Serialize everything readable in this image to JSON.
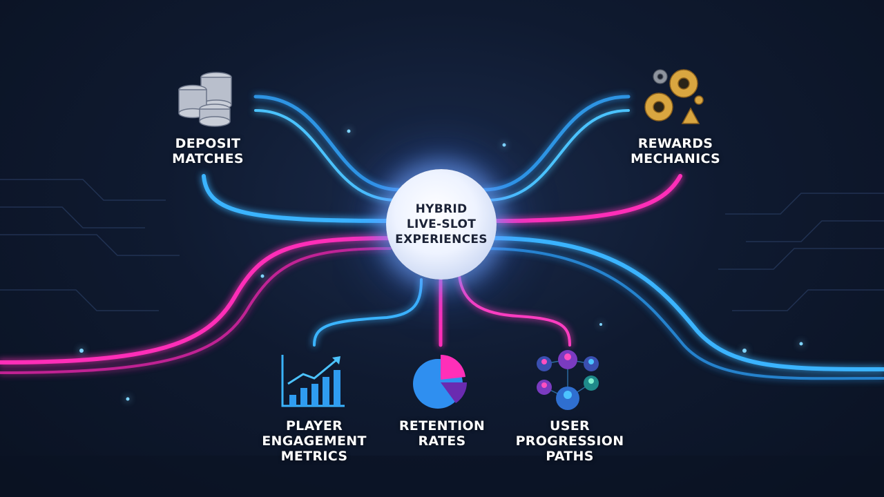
{
  "hub": {
    "lines": [
      "HYBRID",
      "LIVE-SLOT",
      "EXPERIENCES"
    ]
  },
  "nodes": {
    "deposit": {
      "lines": [
        "DEPOSIT",
        "MATCHES"
      ],
      "icon": "coins-stack-icon"
    },
    "rewards": {
      "lines": [
        "REWARDS",
        "MECHANICS"
      ],
      "icon": "gears-icon"
    },
    "engagement": {
      "lines": [
        "PLAYER",
        "ENGAGEMENT",
        "METRICS"
      ],
      "icon": "bar-chart-trend-icon"
    },
    "retention": {
      "lines": [
        "RETENTION",
        "RATES"
      ],
      "icon": "pie-chart-icon"
    },
    "progression": {
      "lines": [
        "USER",
        "PROGRESSION",
        "PATHS"
      ],
      "icon": "user-network-icon"
    }
  },
  "colors": {
    "background": "#0f1a30",
    "blue_line": "#3ab4ff",
    "magenta_line": "#ff2fb8",
    "text": "#ffffff"
  }
}
